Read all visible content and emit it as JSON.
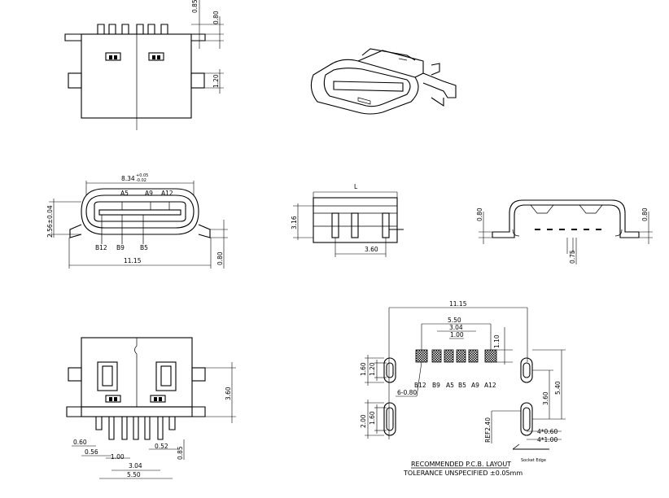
{
  "views": {
    "side_top": {
      "dims": [
        "0.85",
        "0.80",
        "1.20"
      ]
    },
    "front": {
      "width_main": "8.34",
      "width_tol_upper": "+0.05",
      "width_tol_lower": "-0.02",
      "height": "2.56±0.04",
      "pins_top": [
        "A5",
        "A9",
        "A12"
      ],
      "pins_bottom": [
        "B12",
        "B9",
        "B5"
      ],
      "overall_width": "11.15",
      "foot_height": "0.80"
    },
    "side": {
      "length_label": "L",
      "height": "3.16",
      "peg_spacing": "3.60"
    },
    "back": {
      "left_dim": "0.80",
      "right_dim": "0.80",
      "bottom_dim": "0.75"
    },
    "bottom": {
      "dims": [
        "0.60",
        "0.56",
        "1.00",
        "0.52",
        "0.85",
        "3.04",
        "5.50",
        "3.60"
      ]
    },
    "pcb": {
      "overall": "11.15",
      "span_outer": "5.50",
      "span_mid": "3.04",
      "pitch": "1.00",
      "pad_len": "1.10",
      "slot_left_outer": "1.60",
      "slot_left_inner": "1.20",
      "slot_left2_outer": "2.00",
      "slot_left2_inner": "1.60",
      "pad_count": "6-0.80",
      "pin_labels": [
        "B12",
        "B9",
        "A5",
        "B5",
        "A9",
        "A12"
      ],
      "right_spacing_1": "3.60",
      "right_spacing_2": "5.40",
      "ref": "REF2.40",
      "hole_dim_1": "4*0.60",
      "hole_dim_2": "4*1.00",
      "board_edge": "Socket Edge",
      "note_title": "RECOMMENDED   P.C.B.  LAYOUT",
      "note_tolerance": "TOLERANCE  UNSPECIFIED  ±0.05mm"
    }
  }
}
